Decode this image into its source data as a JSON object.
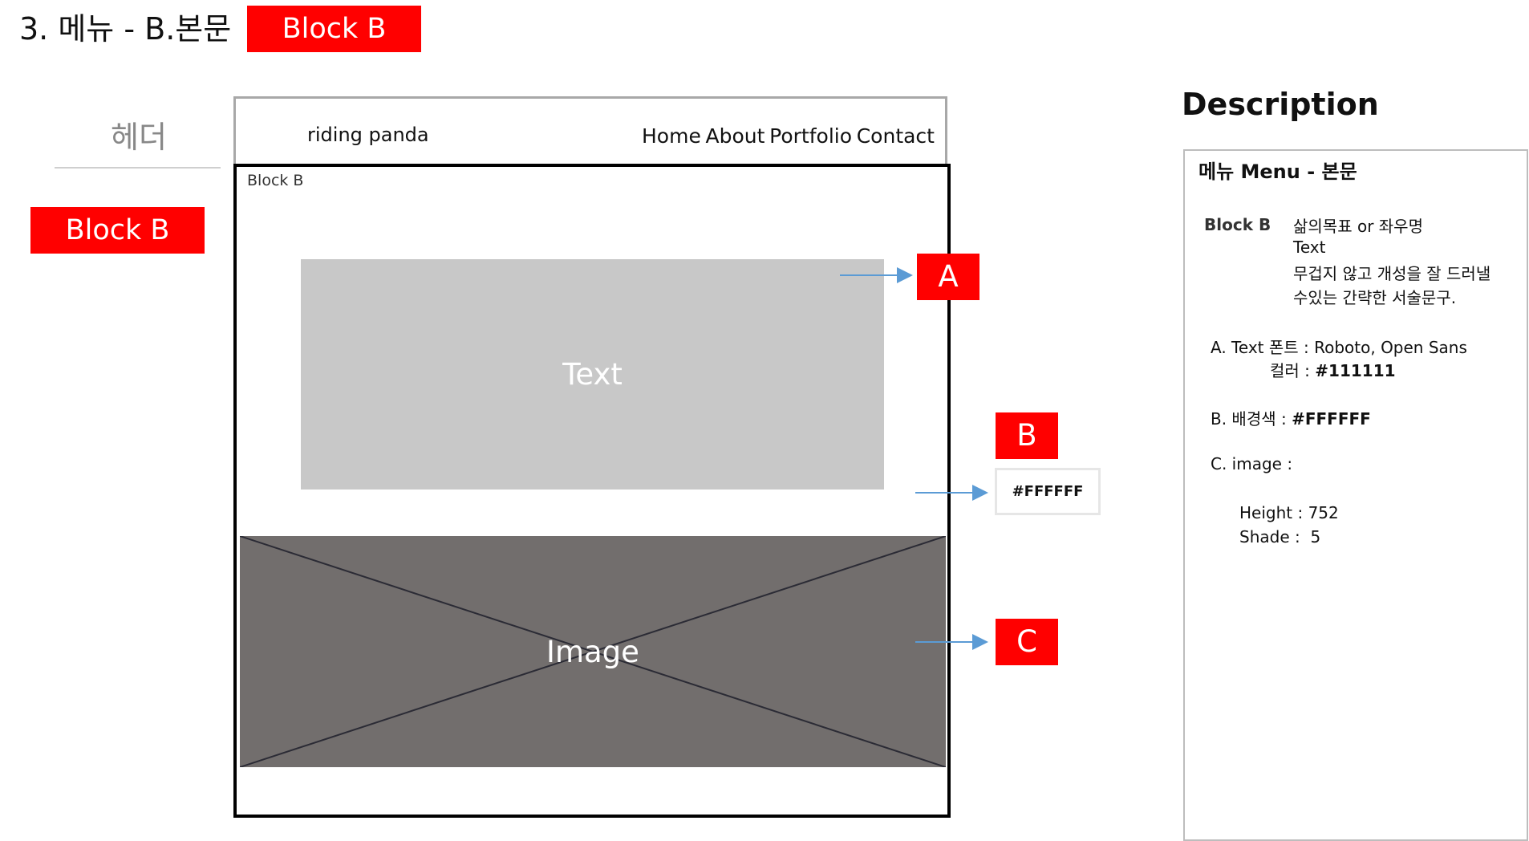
{
  "page": {
    "title": "3. 메뉴 - B.본문",
    "title_tag": "Block B"
  },
  "left": {
    "header_label": "헤더",
    "block_tag": "Block B"
  },
  "wireframe": {
    "brand": "riding panda",
    "nav": [
      "Home",
      "About",
      "Portfolio",
      "Contact"
    ],
    "block_label": "Block B",
    "text_placeholder": "Text",
    "image_placeholder": "Image"
  },
  "callouts": {
    "a": "A",
    "b": "B",
    "c": "C",
    "swatch": "#FFFFFF"
  },
  "description": {
    "title": "Description",
    "heading": "메뉴 Menu - 본문",
    "block_label": "Block B",
    "block_lines": [
      "삶의목표 or 좌우명",
      "Text",
      "무겁지 않고 개성을 잘 드러낼",
      "수있는 간략한 서술문구."
    ],
    "a_line1": "A. Text 폰트 : Roboto, Open Sans",
    "a_line2_label": "컬러 : ",
    "a_line2_value": "#111111",
    "b_label": "B. 배경색 : ",
    "b_value": "#FFFFFF",
    "c_label": "C. image :",
    "height": "Height : 752",
    "shade": "Shade :  5"
  },
  "colors": {
    "accent_red": "#ff0000",
    "text_box": "#c8c8c8",
    "image_box": "#726e6d",
    "arrow": "#5b9bd5"
  }
}
